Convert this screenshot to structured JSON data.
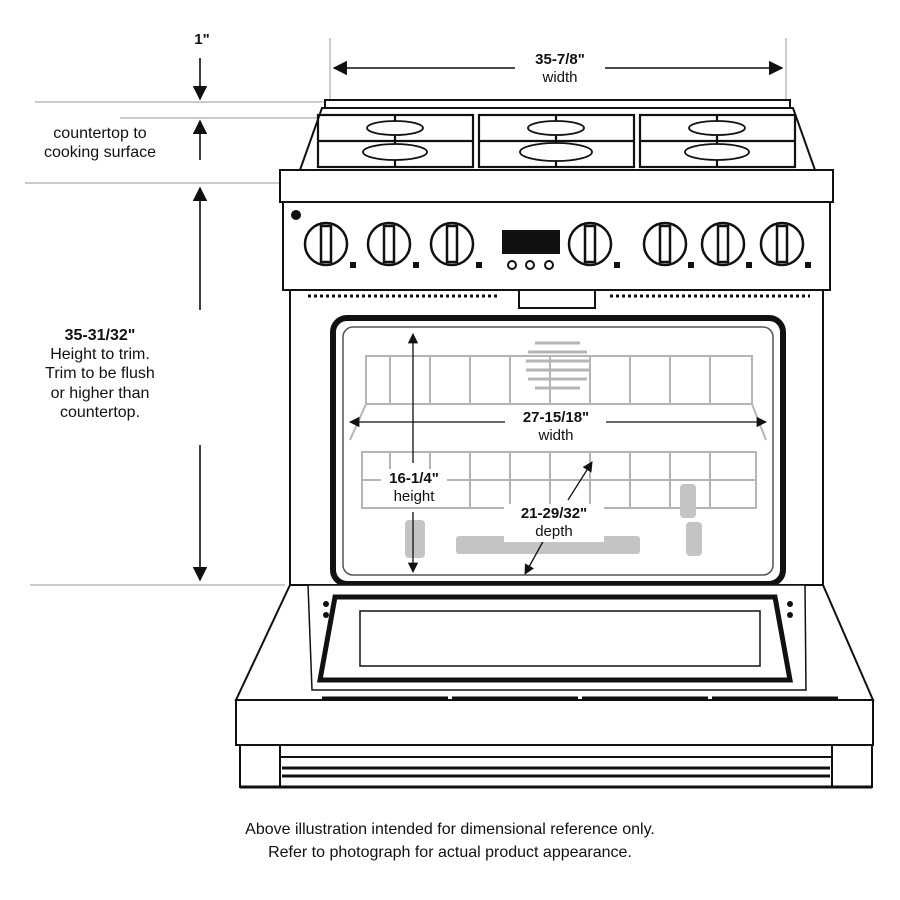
{
  "dimensions": {
    "top_gap": {
      "value": "1\""
    },
    "countertop": {
      "text": "countertop to\ncooking surface"
    },
    "overall_width": {
      "value": "35-7/8\"",
      "label": "width"
    },
    "overall_height": {
      "value": "35-31/32\"",
      "note": "Height to trim.\nTrim to be flush\nor higher than\ncountertop."
    },
    "oven_width": {
      "value": "27-15/18\"",
      "label": "width"
    },
    "oven_height": {
      "value": "16-1/4\"",
      "label": "height"
    },
    "oven_depth": {
      "value": "21-29/32\"",
      "label": "depth"
    }
  },
  "caption": {
    "line1": "Above illustration intended for dimensional reference only.",
    "line2": "Refer to photograph for actual product appearance."
  }
}
